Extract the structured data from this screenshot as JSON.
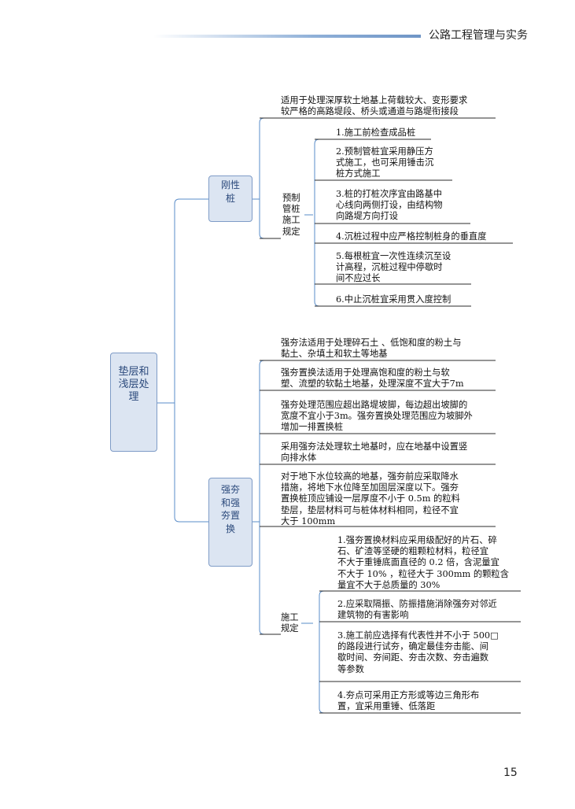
{
  "header": {
    "title": "公路工程管理与实务"
  },
  "page_number": "15",
  "root": {
    "label": "垫层和浅层处理"
  },
  "branches": [
    {
      "label": "刚性桩",
      "items": [
        "适用于处理深厚软土地基上荷载较大、变形要求\n较严格的高路堤段、桥头或通道与路堤衔接段"
      ],
      "sub": {
        "label": "预制\n管桩\n施工\n规定",
        "items": [
          "1.施工前检查成品桩",
          "2.预制管桩宜采用静压方\n式施工，也可采用锤击沉\n桩方式施工",
          "3.桩的打桩次序宜由路基中\n心线向两侧打设，由结构物\n向路堤方向打设",
          "4.沉桩过程中应严格控制桩身的垂直度",
          "5.每根桩宜一次性连续沉至设\n计高程，沉桩过程中停歇时\n间不应过长",
          "6.中止沉桩宜采用贯入度控制"
        ]
      }
    },
    {
      "label": "强夯和强夯置换",
      "items": [
        "强夯法适用于处理碎石土 、低饱和度的粉土与\n黏土、杂填土和软土等地基",
        "强夯置换法适用于处理高饱和度的粉土与软\n塑、流塑的软黏土地基，处理深度不宜大于7m",
        "强夯处理范围应超出路堤坡脚，每边超出坡脚的\n宽度不宜小于3m。强夯置换处理范围应为坡脚外\n增加一排置换桩",
        "采用强夯法处理软土地基时，应在地基中设置竖\n向排水体",
        "对于地下水位较高的地基，强夯前应采取降水\n措施，将地下水位降至加固层深度以下。强夯\n置换桩顶应铺设一层厚度不小于 0.5m 的粒料\n垫层，垫层材料可与桩体材料相同，粒径不宜\n大于 100mm"
      ],
      "sub": {
        "label": "施工\n规定",
        "items": [
          "1.强夯置换材料应采用级配好的片石、碎\n石、矿渣等坚硬的粗颗粒材料，粒径宜\n不大于重锤底面直径的 0.2 倍，含泥量宜\n不大于 10% ，粒径大于 300mm 的颗粒含\n量宜不大于总质量的 30%",
          "2.应采取隔振、防振措施消除强夯对邻近\n建筑物的有害影响",
          "3.施工前应选择有代表性并不小于 500□\n的路段进行试夯，确定最佳夯击能、间\n歇时间、夯间距、夯击次数、夯击遍数\n等参数",
          "4.夯点可采用正方形或等边三角形布\n置，宜采用重锤、低落距"
        ]
      }
    }
  ]
}
